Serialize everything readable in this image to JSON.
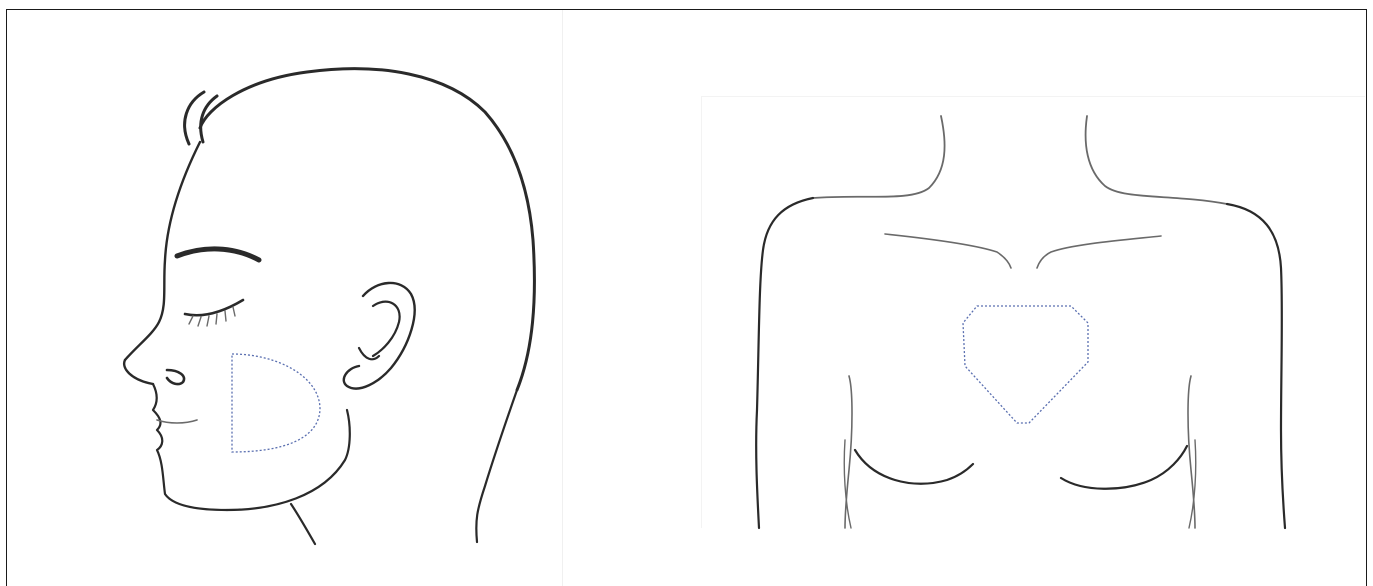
{
  "figure": {
    "left_panel": "head-profile",
    "right_panel": "upper-torso-front",
    "zone_color": "#5a6fb0",
    "line_color": "#2a2a2a"
  },
  "zones": [
    {
      "name": "cheek-zone",
      "shape": "half-disc",
      "outline": "dotted"
    },
    {
      "name": "sternum-zone",
      "shape": "pentagon",
      "outline": "dotted"
    }
  ]
}
